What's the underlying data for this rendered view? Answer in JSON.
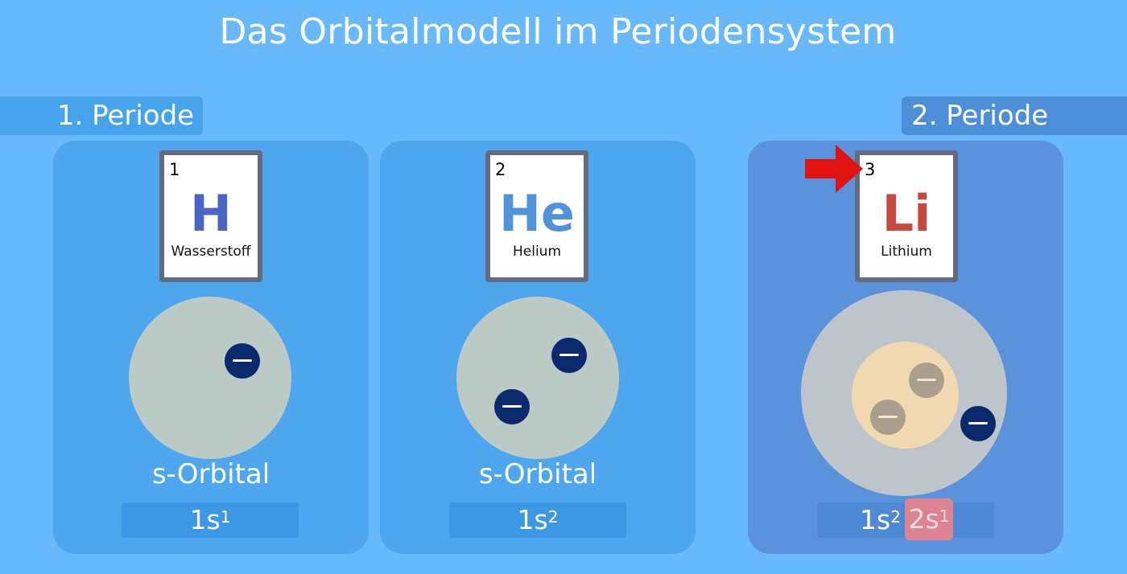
{
  "title": "Das Orbitalmodell im Periodensystem",
  "periods": {
    "p1": "1. Periode",
    "p2": "2. Periode"
  },
  "elements": [
    {
      "number": "1",
      "symbol": "H",
      "name": "Wasserstoff",
      "color": "#4966c6",
      "orbital": "s-Orbital",
      "config_base": "1s",
      "config_exp": "1"
    },
    {
      "number": "2",
      "symbol": "He",
      "name": "Helium",
      "color": "#4f93d8",
      "orbital": "s-Orbital",
      "config_base": "1s",
      "config_exp": "2"
    },
    {
      "number": "3",
      "symbol": "Li",
      "name": "Lithium",
      "color": "#c9473d",
      "orbital": "",
      "config_base": "1s",
      "config_exp": "2",
      "config2_base": "2s",
      "config2_exp": "1"
    }
  ],
  "colors": {
    "background": "#67b9fb",
    "electron": "#0b2a6e",
    "arrow": "#e0130e",
    "inner_shell": "#f2ddb4",
    "highlight": "#e5838f"
  },
  "icons": {
    "electron": "minus-circle-icon",
    "arrow": "right-arrow-icon"
  }
}
